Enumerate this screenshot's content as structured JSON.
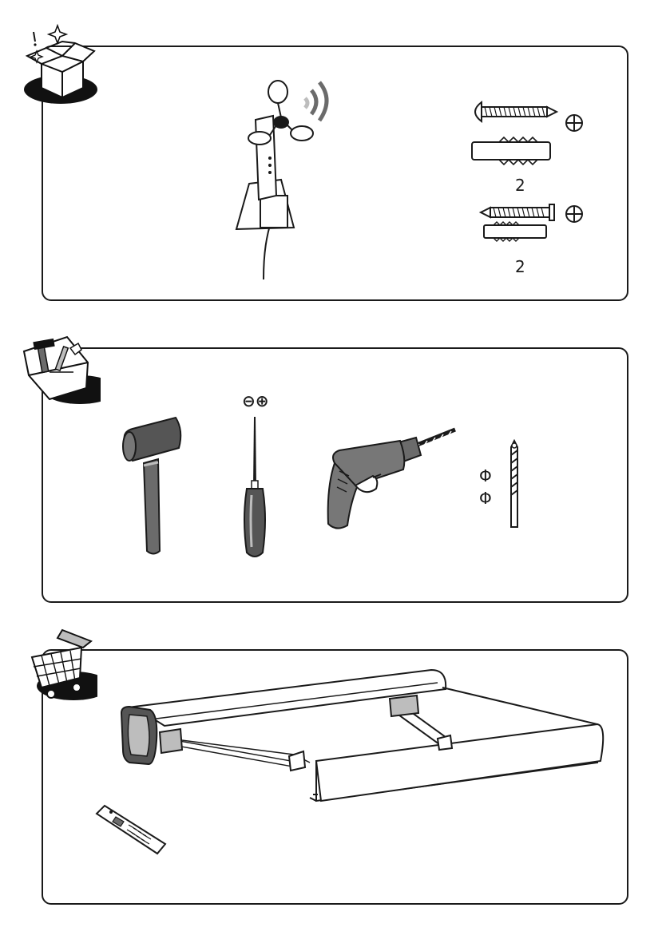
{
  "contents_section": {
    "screw_set_1": {
      "quantity": "2"
    },
    "screw_set_2": {
      "quantity": "2"
    }
  },
  "tools_section": {
    "screwdriver_heads": "⊖⊕",
    "drill_bit_sizes": [
      "Φ",
      "Φ"
    ]
  },
  "colors": {
    "line": "#1a1a1a",
    "shade": "#6b6b6b",
    "light_shade": "#bdbdbd",
    "badge": "#111111"
  }
}
